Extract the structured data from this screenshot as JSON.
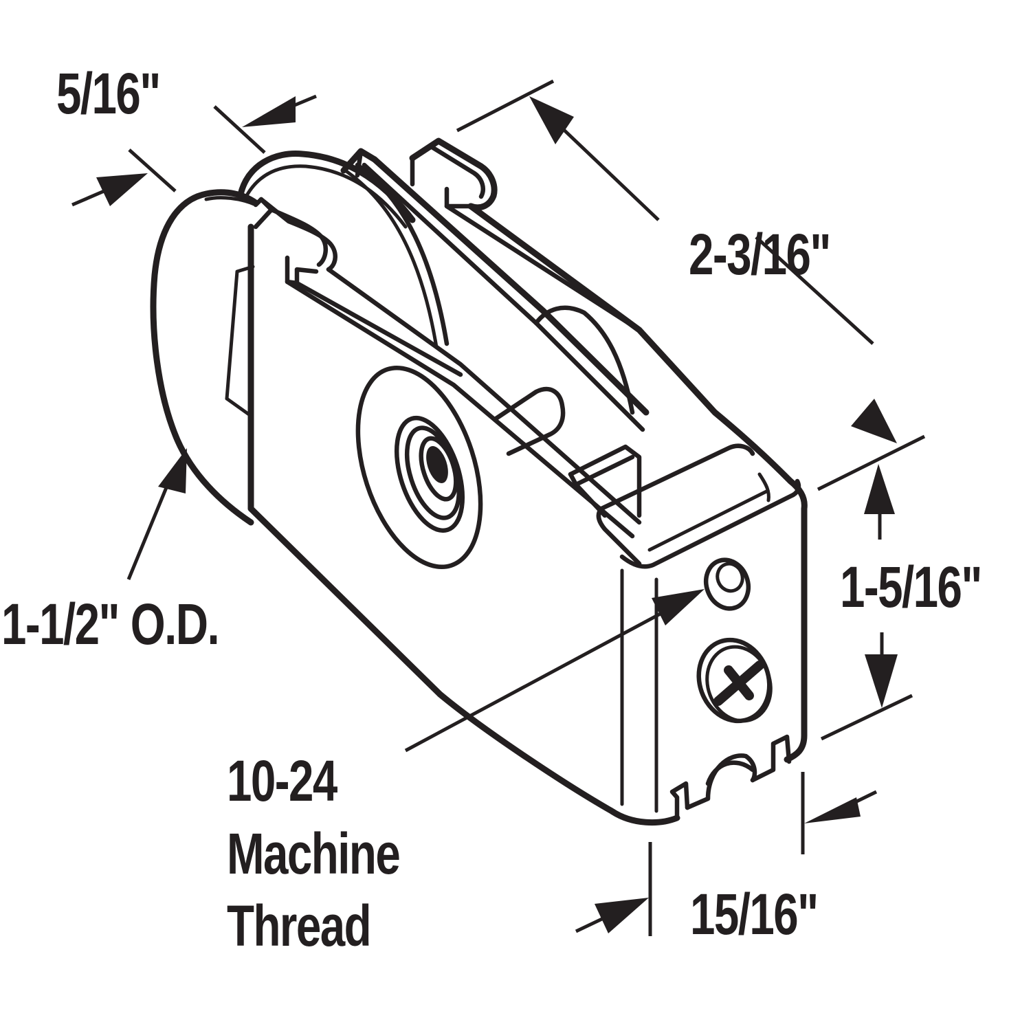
{
  "diagram": {
    "title": "Sliding door roller assembly dimensions",
    "colors": {
      "ink": "#231f20",
      "background": "#ffffff"
    },
    "dimensions": {
      "wheel_width": "5/16\"",
      "housing_length": "2-3/16\"",
      "housing_height": "1-5/16\"",
      "wheel_diameter": "1-1/2\" O.D.",
      "housing_width": "15/16\""
    },
    "callouts": {
      "thread_size": "10-24",
      "thread_line1": "Machine",
      "thread_line2": "Thread"
    },
    "parts": [
      "roller-wheel",
      "steel-housing",
      "tension-spring",
      "adjustment-screw",
      "axle"
    ]
  }
}
